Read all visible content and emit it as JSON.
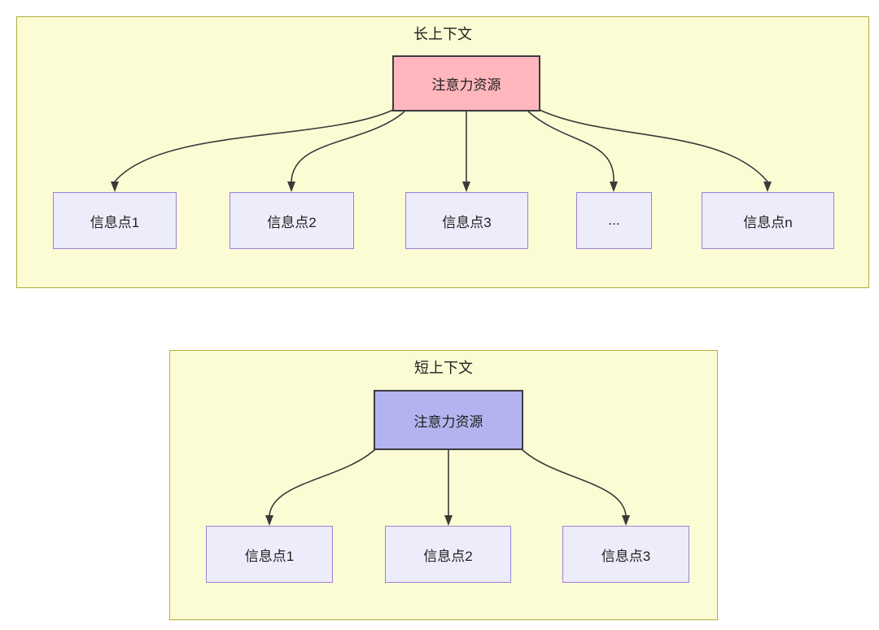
{
  "diagram": {
    "long_context": {
      "title": "长上下文",
      "source_label": "注意力资源",
      "targets": [
        "信息点1",
        "信息点2",
        "信息点3",
        "...",
        "信息点n"
      ]
    },
    "short_context": {
      "title": "短上下文",
      "source_label": "注意力资源",
      "targets": [
        "信息点1",
        "信息点2",
        "信息点3"
      ]
    }
  },
  "colors": {
    "container_fill": "#fcfcd4",
    "container_border": "#b2ad3e",
    "source_long_fill": "#ffb6bd",
    "source_short_fill": "#b3b4ef",
    "source_border": "#3a3a42",
    "target_fill": "#ececfb",
    "target_border": "#9b80d6",
    "edge": "#3a3a3a",
    "text": "#1f1f1f"
  }
}
